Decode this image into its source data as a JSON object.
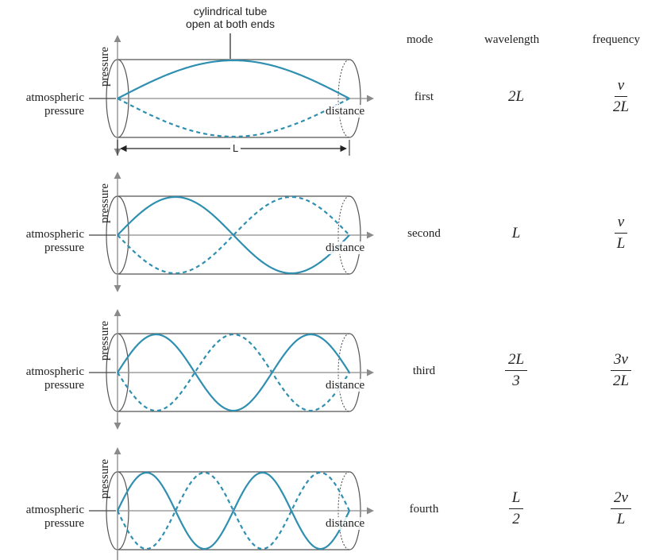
{
  "tube_label_line1": "cylindrical tube",
  "tube_label_line2": "open at both ends",
  "length_label": "L",
  "headers": {
    "mode": "mode",
    "wavelength": "wavelength",
    "frequency": "frequency"
  },
  "axis": {
    "y_label": "pressure",
    "x_label": "distance",
    "baseline_line1": "atmospheric",
    "baseline_line2": "pressure"
  },
  "wave_color": "#2f8fb0",
  "modes": [
    {
      "mode": "first",
      "harmonic": 1,
      "wavelength_num": "2L",
      "wavelength_den": "",
      "frequency_num": "v",
      "frequency_den": "2L"
    },
    {
      "mode": "second",
      "harmonic": 2,
      "wavelength_num": "L",
      "wavelength_den": "",
      "frequency_num": "v",
      "frequency_den": "L"
    },
    {
      "mode": "third",
      "harmonic": 3,
      "wavelength_num": "2L",
      "wavelength_den": "3",
      "frequency_num": "3v",
      "frequency_den": "2L"
    },
    {
      "mode": "fourth",
      "harmonic": 4,
      "wavelength_num": "L",
      "wavelength_den": "2",
      "frequency_num": "2v",
      "frequency_den": "L"
    }
  ]
}
